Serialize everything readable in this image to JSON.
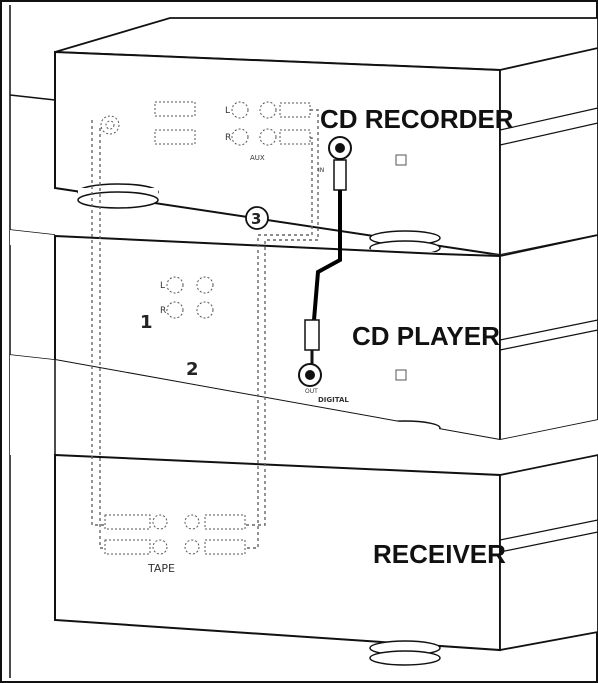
{
  "devices": {
    "cd_recorder": "CD RECORDER",
    "cd_player": "CD PLAYER",
    "receiver": "RECEIVER"
  },
  "callouts": {
    "one": "1",
    "two": "2",
    "three": "3"
  },
  "port_labels": {
    "tape": "TAPE",
    "digital": "DIGITAL",
    "in": "IN",
    "out": "OUT",
    "aux": "AUX",
    "l": "L",
    "r": "R"
  },
  "colors": {
    "outline": "#111111",
    "panel": "#ffffff",
    "dashed_cable": "#555555",
    "digital_cable": "#000000"
  }
}
